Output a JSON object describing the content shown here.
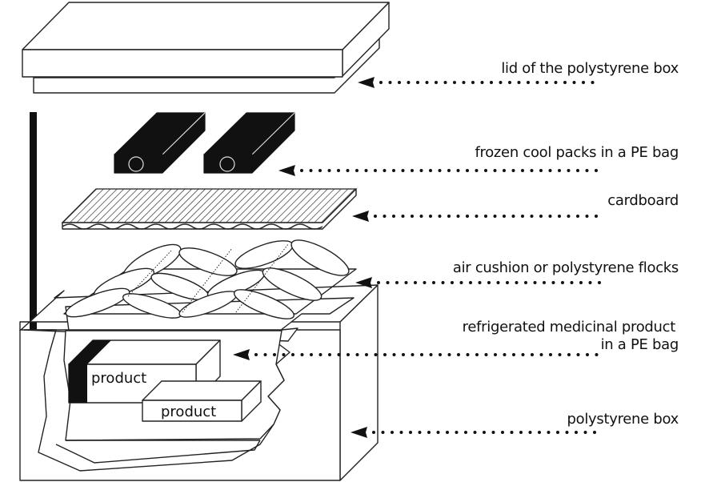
{
  "diagram": {
    "title": "",
    "type": "exploded packaging diagram",
    "colors": {
      "ink": "#111111",
      "background": "#ffffff"
    },
    "labels": [
      {
        "id": "lid",
        "text": "lid of the polystyrene box"
      },
      {
        "id": "cool-packs",
        "text": "frozen cool packs in a PE bag"
      },
      {
        "id": "cardboard",
        "text": "cardboard"
      },
      {
        "id": "air-cushion",
        "text": "air cushion or polystyrene flocks"
      },
      {
        "id": "product",
        "lines": [
          "refrigerated medicinal product",
          "in a PE bag"
        ]
      },
      {
        "id": "box",
        "text": "polystyrene box"
      }
    ],
    "product_labels": [
      "product",
      "product"
    ],
    "assembly_direction": "down"
  }
}
